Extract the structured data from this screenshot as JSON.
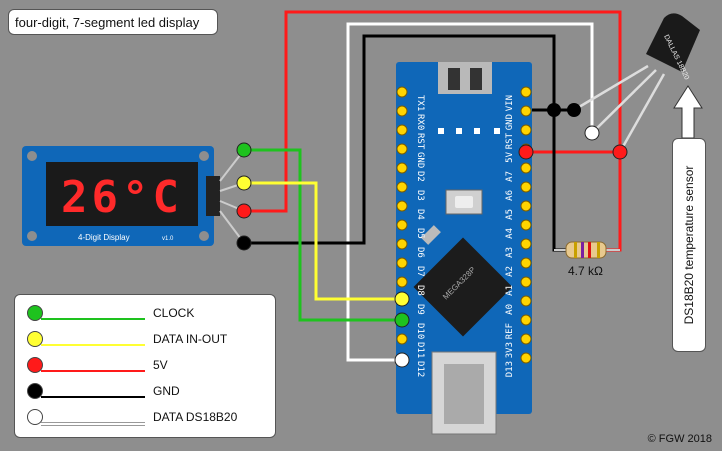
{
  "title": "four-digit, 7-segment led display",
  "display": {
    "digits": "26°C",
    "module_label": "4-Digit Display",
    "version": "v1.0"
  },
  "legend": [
    {
      "label": "CLOCK",
      "color": "#1ec21e"
    },
    {
      "label": "DATA IN-OUT",
      "color": "#ffff33"
    },
    {
      "label": "5V",
      "color": "#ff1a1a"
    },
    {
      "label": "GND",
      "color": "#000000"
    },
    {
      "label": "DATA DS18B20",
      "color": "#ffffff"
    }
  ],
  "resistor": {
    "label": "4.7 kΩ"
  },
  "sensor": {
    "label": "DS18B20 temperature sensor",
    "chip_text": "DALLAS 18B20"
  },
  "arduino": {
    "left_pins": [
      "TX1",
      "RX0",
      "RST",
      "GND",
      "D2",
      "D3",
      "D4",
      "D5",
      "D6",
      "D7",
      "D8",
      "D9",
      "D10",
      "D11",
      "D12"
    ],
    "right_pins": [
      "VIN",
      "GND",
      "RST",
      "5V",
      "A7",
      "A6",
      "A5",
      "A4",
      "A3",
      "A2",
      "A1",
      "A0",
      "REF",
      "3V3",
      "D13"
    ],
    "chip_text": "MEGA328P"
  },
  "copyright": "© FGW 2018",
  "colors": {
    "clock": "#1ec21e",
    "data": "#ffff33",
    "vcc": "#ff1a1a",
    "gnd": "#000000",
    "ds_data": "#ffffff",
    "board": "#0f67b8",
    "background": "#8e8e8e"
  }
}
